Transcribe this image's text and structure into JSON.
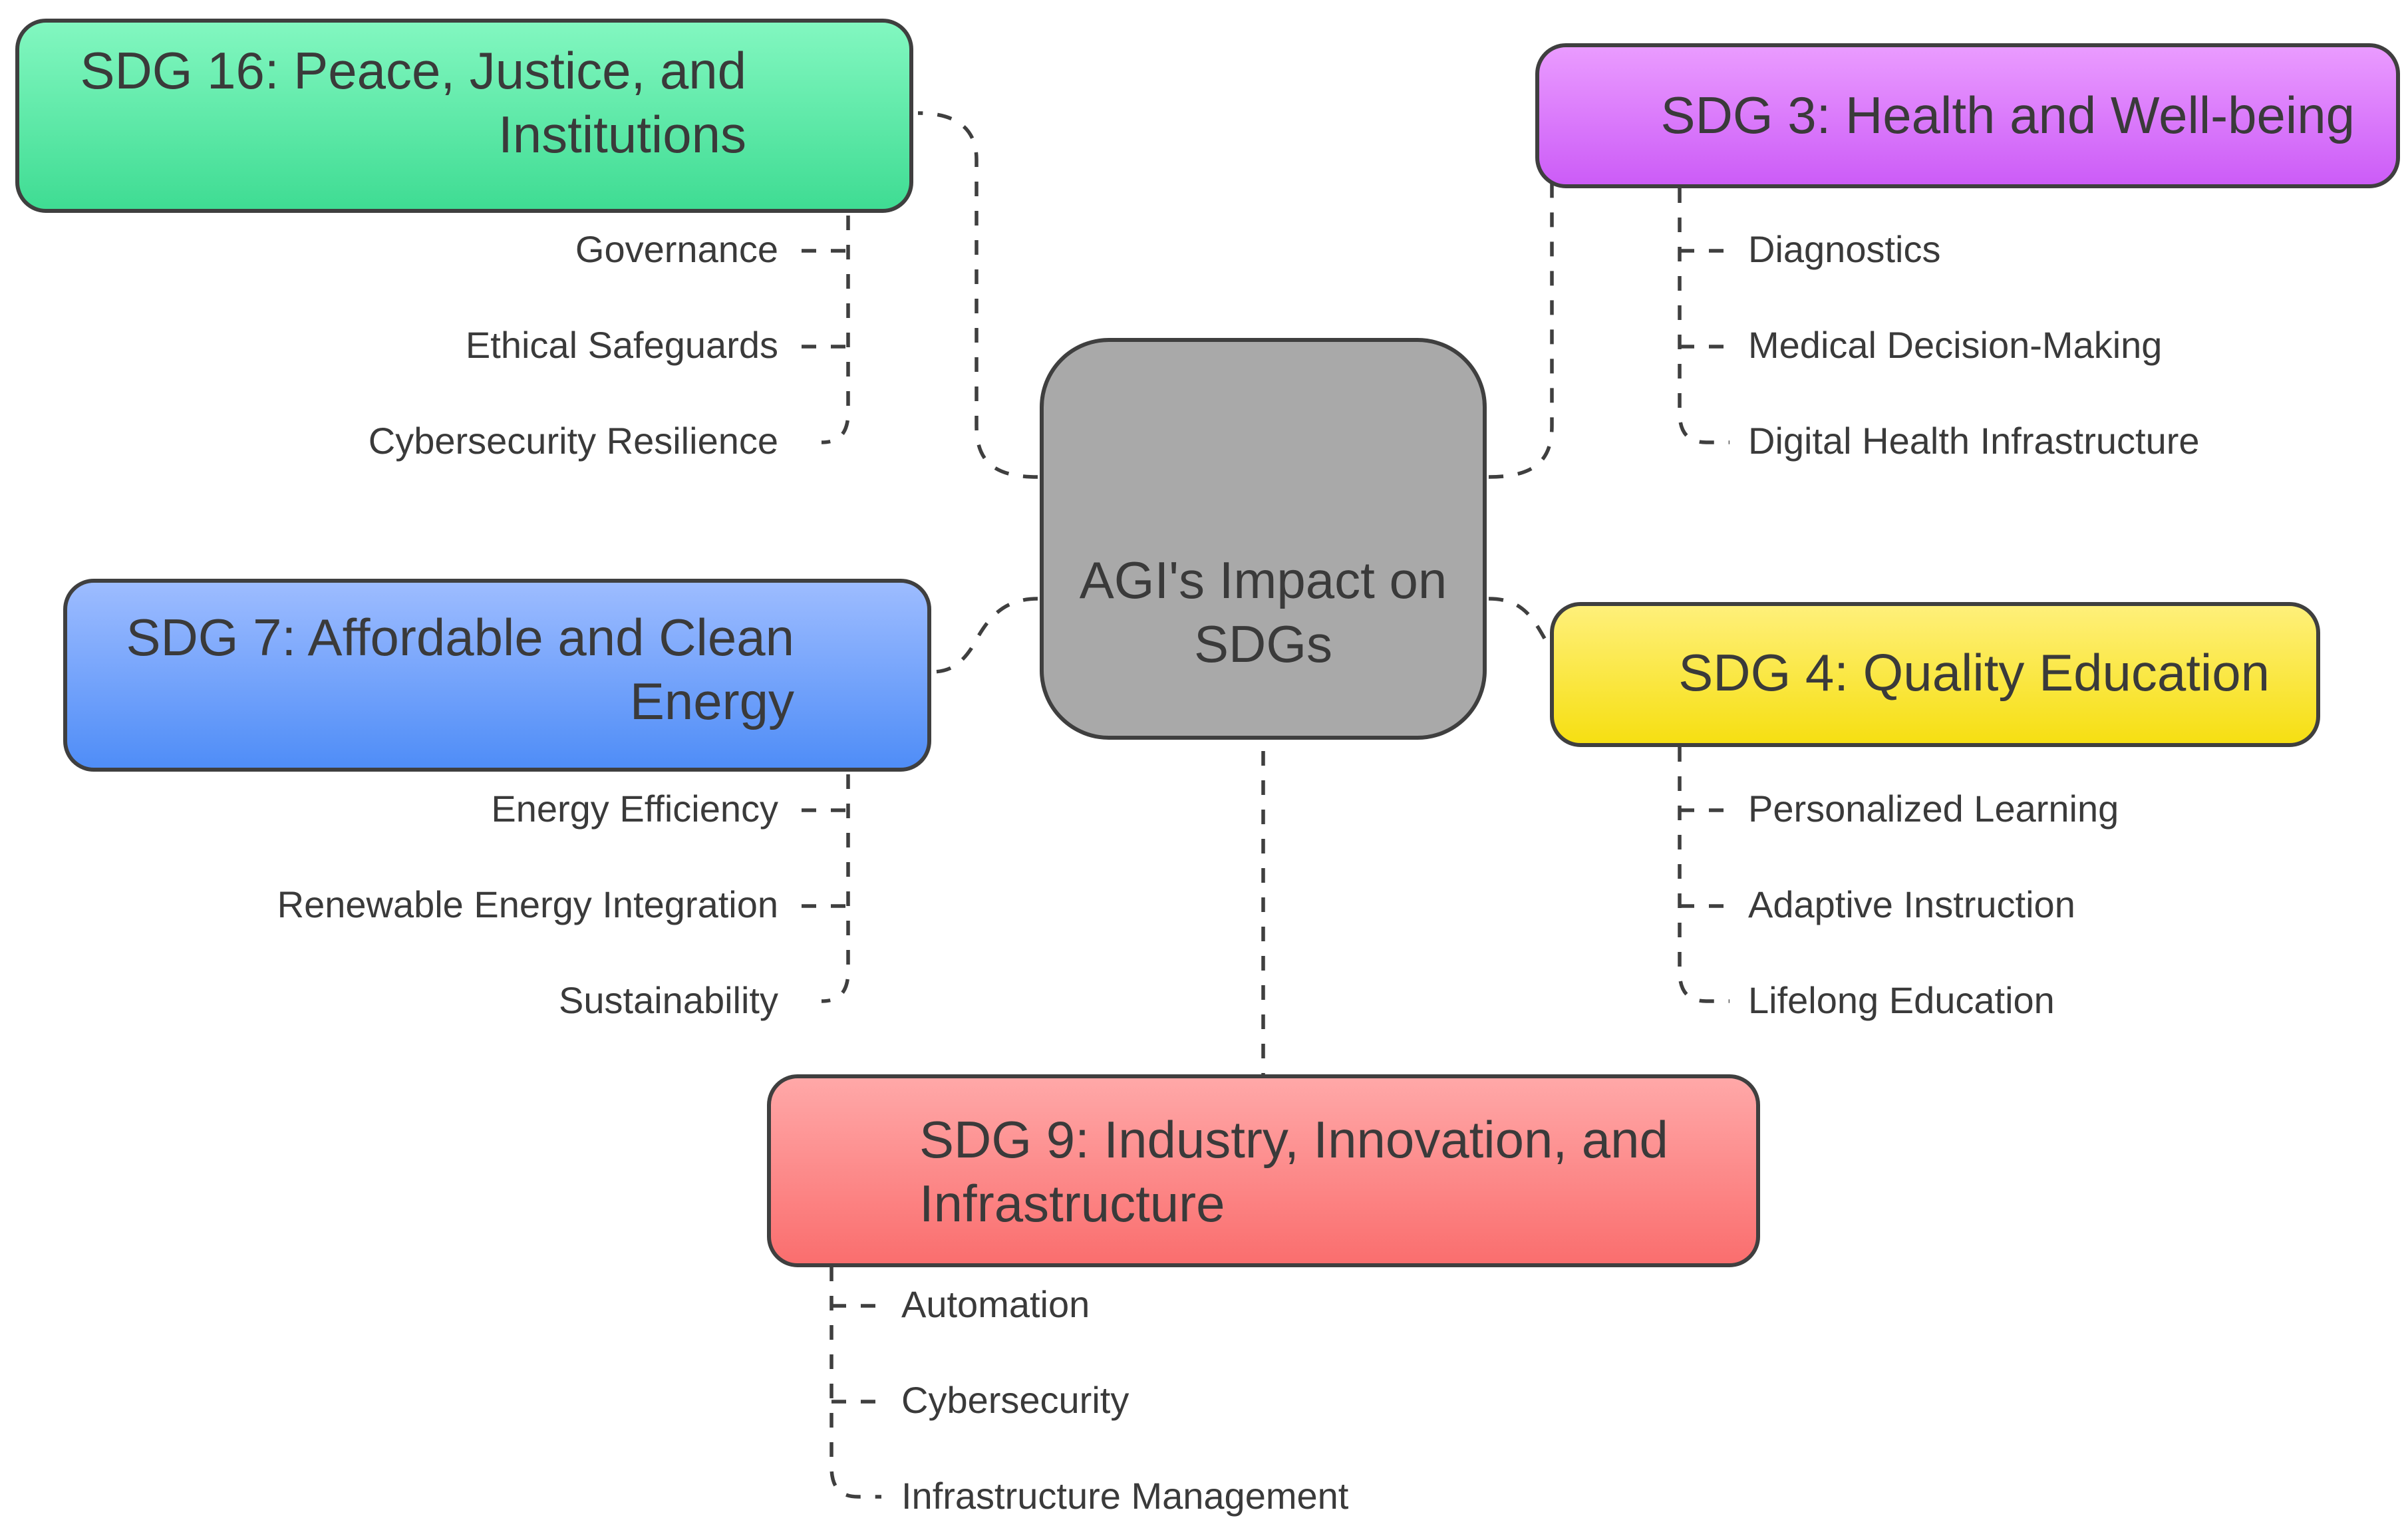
{
  "diagram": {
    "center": {
      "label": "AGI's Impact on SDGs",
      "color": "#a9a9a9"
    },
    "branches": [
      {
        "id": "sdg16",
        "label": "SDG 16: Peace, Justice, and Institutions",
        "color": "#5fe8a8",
        "items": [
          "Governance",
          "Ethical Safeguards",
          "Cybersecurity Resilience"
        ]
      },
      {
        "id": "sdg3",
        "label": "SDG 3: Health and Well-being",
        "color": "#dd7dfb",
        "items": [
          "Diagnostics",
          "Medical Decision-Making",
          "Digital Health Infrastructure"
        ]
      },
      {
        "id": "sdg7",
        "label": "SDG 7: Affordable and Clean Energy",
        "color": "#78a6fb",
        "items": [
          "Energy Efficiency",
          "Renewable Energy Integration",
          "Sustainability"
        ]
      },
      {
        "id": "sdg4",
        "label": "SDG 4: Quality Education",
        "color": "#fae845",
        "items": [
          "Personalized Learning",
          "Adaptive Instruction",
          "Lifelong Education"
        ]
      },
      {
        "id": "sdg9",
        "label": "SDG 9: Industry, Innovation, and Infrastructure",
        "color": "#fd8b8b",
        "items": [
          "Automation",
          "Cybersecurity",
          "Infrastructure Management"
        ]
      }
    ]
  }
}
